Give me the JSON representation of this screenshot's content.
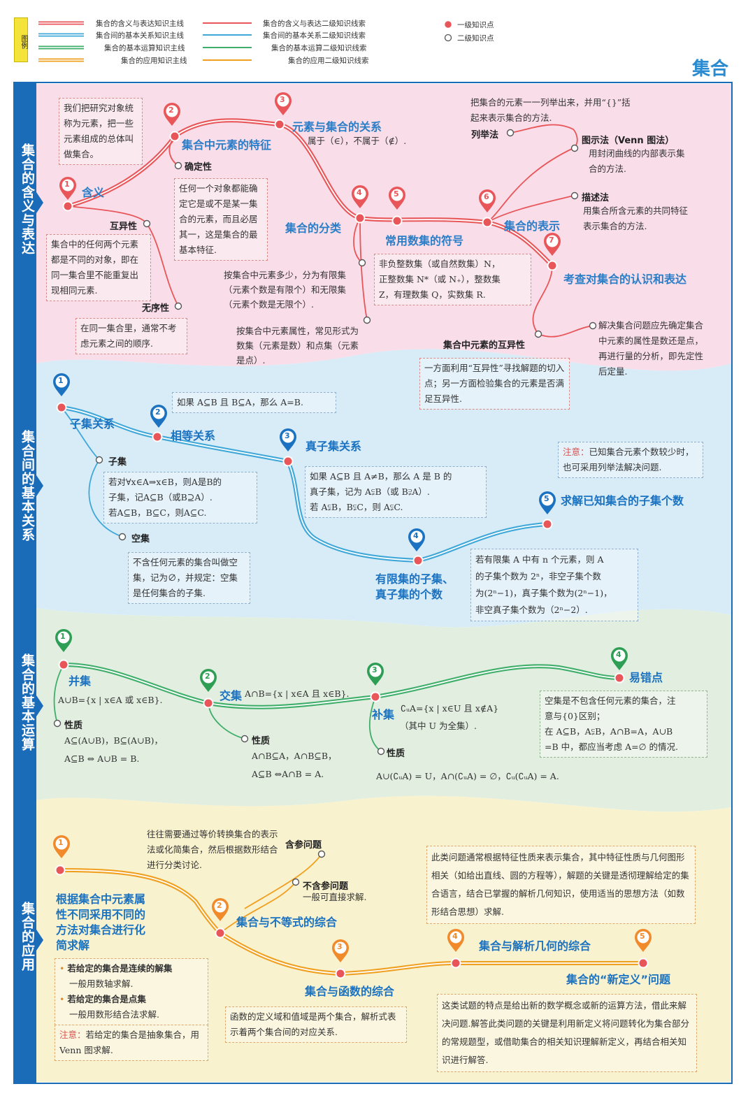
{
  "colors": {
    "red": "#e8565a",
    "blue": "#3fa8d8",
    "green": "#3fae6a",
    "orange": "#f0a020",
    "pink_bg": "#f8dde8",
    "blue_bg": "#d9ecf8",
    "green_bg": "#e1eedf",
    "yellow_bg": "#f8f2cf",
    "sidebar": "#1a6bb8"
  },
  "legend": {
    "tag": "图例",
    "main": [
      "集合的含义与表达知识主线",
      "集合间的基本关系知识主线",
      "集合的基本运算知识主线",
      "集合的应用知识主线"
    ],
    "secondary": [
      "集合的含义与表达二级知识线索",
      "集合间的基本关系二级知识线索",
      "集合的基本运算二级知识线索",
      "集合的应用二级知识线索"
    ],
    "level1": "一级知识点",
    "level2": "二级知识点"
  },
  "page_title": "集合",
  "sections": [
    "集合的含义与表达",
    "集合间的基本关系",
    "集合的基本运算",
    "集合的应用"
  ],
  "s1": {
    "nums": [
      "1",
      "2",
      "3",
      "4",
      "5",
      "6",
      "7"
    ],
    "hanyi": "含义",
    "hanyi_note": "我们把研究对象统称为元素，把一些元素组成的总体叫做集合。",
    "tezheng": "集合中元素的特征",
    "guanxi": "元素与集合的关系",
    "guanxi_text": "属于（∈），不属于（∉）.",
    "queding": "确定性",
    "queding_note": "任何一个对象都能确定它是或不是某一集合的元素，而且必居其一，这是集合的最基本特征.",
    "huyi": "互异性",
    "huyi_note": "集合中的任何两个元素都是不同的对象，即在同一集合里不能重复出现相同元素.",
    "wuxu": "无序性",
    "wuxu_note": "在同一集合里，通常不考虑元素之间的顺序.",
    "fenlei": "集合的分类",
    "fenlei_t1": "按集合中元素多少，分为有限集（元素个数是有限个）和无限集（元素个数是无限个）.",
    "fenlei_t2": "按集合中元素属性，常见形式为数集（元素是数）和点集（元素是点）.",
    "fuhao": "常用数集的符号",
    "fuhao_l1": "非负整数集（或自然数集）N，",
    "fuhao_l2": "正整数集 N*（或 N₊），整数集",
    "fuhao_l3": "Z，有理数集 Q，实数集 R.",
    "biaoshi": "集合的表示",
    "lieju_desc": "把集合的元素一一列举出来，并用“{}”括起来表示集合的方法.",
    "lieju": "列举法",
    "tushi": "图示法（Venn 图法）",
    "tushi_desc": "用封闭曲线的内部表示集合的方法.",
    "miaoshu": "描述法",
    "miaoshu_desc": "用集合所含元素的共同特征表示集合的方法.",
    "kaocha": "考查对集合的认识和表达",
    "huyi2": "集合中元素的互异性",
    "huyi2_note": "一方面利用“互异性”寻找解题的切入点；另一方面检验集合的元素是否满足互异性.",
    "jiejue": "解决集合问题应先确定集合中元素的属性是数还是点，再进行量的分析，即先定性后定量."
  },
  "s2": {
    "nums": [
      "1",
      "2",
      "3",
      "4",
      "5"
    ],
    "ziji": "子集关系",
    "xiangdeng": "相等关系",
    "xiangdeng_note": "如果 A⊆B 且 B⊆A，那么 A=B.",
    "zhenzi": "真子集关系",
    "zhenzi_l1": "如果 A⊆B 且 A≠B，那么 A 是 B 的",
    "zhenzi_l2": "真子集，记为 A⫋B（或 B⫌A）.",
    "zhenzi_l3": "若 A⫋B，B⫋C，则 A⫋C.",
    "zijiNode": "子集",
    "ziji_l1": "若对∀x∈A⇒x∈B，则A是B的",
    "ziji_l2": "子集，记A⊆B（或B⊇A）.",
    "ziji_l3": "若A⊆B，B⊆C，则A⊆C.",
    "kongji": "空集",
    "kongji_note": "不含任何元素的集合叫做空集，记为∅，并规定：空集是任何集合的子集.",
    "zhuyi_label": "注意：",
    "zhuyi": "已知集合元素个数较少时，也可采用列举法解决问题.",
    "qiujie": "求解已知集合的子集个数",
    "youxian_l1": "有限集的子集、",
    "youxian_l2": "真子集的个数",
    "youxian_note_l1": "若有限集 A 中有 n 个元素，则 A",
    "youxian_note_l2": "的子集个数为 2ⁿ，非空子集个数",
    "youxian_note_l3": "为(2ⁿ−1)，真子集个数为(2ⁿ−1)，",
    "youxian_note_l4": "非空真子集个数为（2ⁿ−2）."
  },
  "s3": {
    "nums": [
      "1",
      "2",
      "3",
      "4"
    ],
    "bingji": "并集",
    "bingji_def": "A∪B={x | x∈A 或 x∈B}.",
    "xingzhi": "性质",
    "bing_p1": "A⊆(A∪B)，B⊆(A∪B)，",
    "bing_p2": "A⊆B ⇔ A∪B = B.",
    "jiaoji": "交集",
    "jiaoji_def": "A∩B={x | x∈A 且 x∈B}.",
    "jiao_p1": "A∩B⊆A，A∩B⊆B，",
    "jiao_p2": "A⊆B ⇔A∩B = A.",
    "buji": "补集",
    "buji_def": "∁ᵤA={x | x∈U 且 x∉A}",
    "buji_def2": "（其中 U 为全集）.",
    "bu_p": "A∪(∁ᵤA) = U，A∩(∁ᵤA) = ∅，∁ᵤ(∁ᵤA) = A.",
    "yicuo": "易错点",
    "yicuo_l1": "空集是不包含任何元素的集合，注",
    "yicuo_l2": "意与{0}区别；",
    "yicuo_l3": "在 A⊆B，A⫋B，A∩B=A，A∪B",
    "yicuo_l4": "=B 中，都应当考虑 A=∅ 的情况."
  },
  "s4": {
    "nums": [
      "1",
      "2",
      "3",
      "4",
      "5"
    ],
    "genju_l1": "根据集合中元素属",
    "genju_l2": "性不同采用不同的",
    "genju_l3": "方法对集合进行化",
    "genju_l4": "简求解",
    "b1": "若给定的集合是连续的解集",
    "b1s": "一般用数轴求解.",
    "b2": "若给定的集合是点集",
    "b2s": "一般用数形结合法求解.",
    "zhuyi_label": "注意：",
    "zhuyi": "若给定的集合是抽象集合，用 Venn 图求解.",
    "dengjia": "往往需要通过等价转换集合的表示法或化简集合，然后根据数形结合进行分类讨论.",
    "hancan": "含参问题",
    "buhancan": "不含参问题",
    "buhancan_s": "一般可直接求解.",
    "budengshi": "集合与不等式的综合",
    "hanshu": "集合与函数的综合",
    "hanshu_note": "函数的定义域和值域是两个集合，解析式表示着两个集合间的对应关系.",
    "jiexi": "集合与解析几何的综合",
    "jiexi_note": "此类问题通常根据特征性质来表示集合，其中特征性质与几何图形相关（如给出直线、圆的方程等），解题的关键是透彻理解给定的集合语言，结合已掌握的解析几何知识，使用适当的思想方法（如数形结合思想）求解.",
    "xindingyi": "集合的“新定义”问题",
    "xindingyi_note": "这类试题的特点是给出新的数学概念或新的运算方法，借此来解决问题.解答此类问题的关键是利用新定义将问题转化为集合部分的常规题型，或借助集合的相关知识理解新定义，再结合相关知识进行解答."
  }
}
